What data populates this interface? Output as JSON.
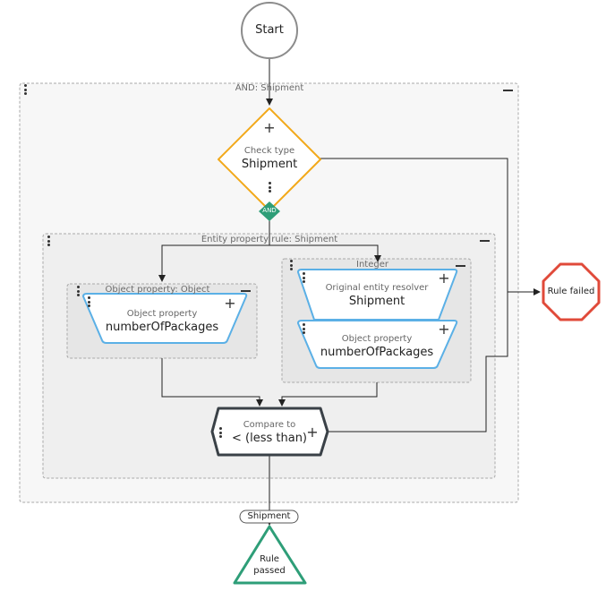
{
  "colors": {
    "start_stroke": "#8c8c8c",
    "diamond_stroke": "#f2a91b",
    "and_badge": "#2e9e78",
    "object_stroke": "#5bb0e6",
    "compare_stroke": "#3a4147",
    "fail_stroke": "#e04a3a",
    "pass_stroke": "#2e9e78",
    "group_fill": "#f3f3f3",
    "group_border": "#a9a9a9"
  },
  "nodes": {
    "start": {
      "label": "Start"
    },
    "check_type": {
      "sub": "Check type",
      "main": "Shipment"
    },
    "and_badge": {
      "label": "AND"
    },
    "object_property_left": {
      "sub": "Object property",
      "main": "numberOfPackages"
    },
    "entity_resolver": {
      "sub": "Original entity resolver",
      "main": "Shipment"
    },
    "object_property_right": {
      "sub": "Object property",
      "main": "numberOfPackages"
    },
    "compare": {
      "sub": "Compare to",
      "main": "< (less than)"
    },
    "rule_failed": {
      "label": "Rule failed"
    },
    "shipment_tag": {
      "label": "Shipment"
    },
    "rule_passed": {
      "line1": "Rule",
      "line2": "passed"
    }
  },
  "groups": {
    "and_shipment": {
      "title": "AND: Shipment"
    },
    "entity_property_rule": {
      "title": "Entity property rule: Shipment"
    },
    "object_property_group": {
      "title": "Object property: Object"
    },
    "integer_group": {
      "title": "Integer"
    }
  }
}
